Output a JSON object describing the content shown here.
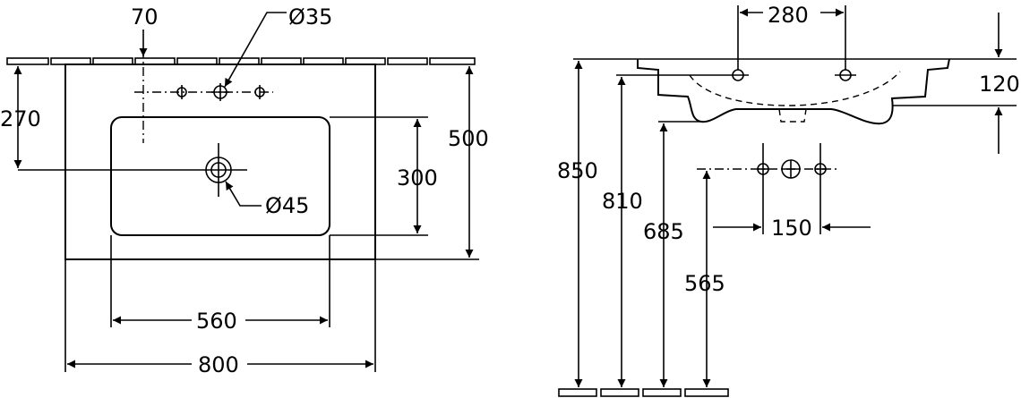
{
  "plan_view": {
    "dimensions": {
      "tap_offset": "70",
      "tap_hole": "Ø35",
      "overflow_depth": "270",
      "outer_depth": "500",
      "bowl_depth": "300",
      "waste_hole": "Ø45",
      "bowl_width": "560",
      "overall_width": "800"
    }
  },
  "side_view": {
    "dimensions": {
      "tap_spacing": "280",
      "rim_height": "120",
      "overall_height": "850",
      "rim_level": "810",
      "underside_level": "685",
      "valve_height": "565",
      "valve_spacing": "150"
    }
  }
}
